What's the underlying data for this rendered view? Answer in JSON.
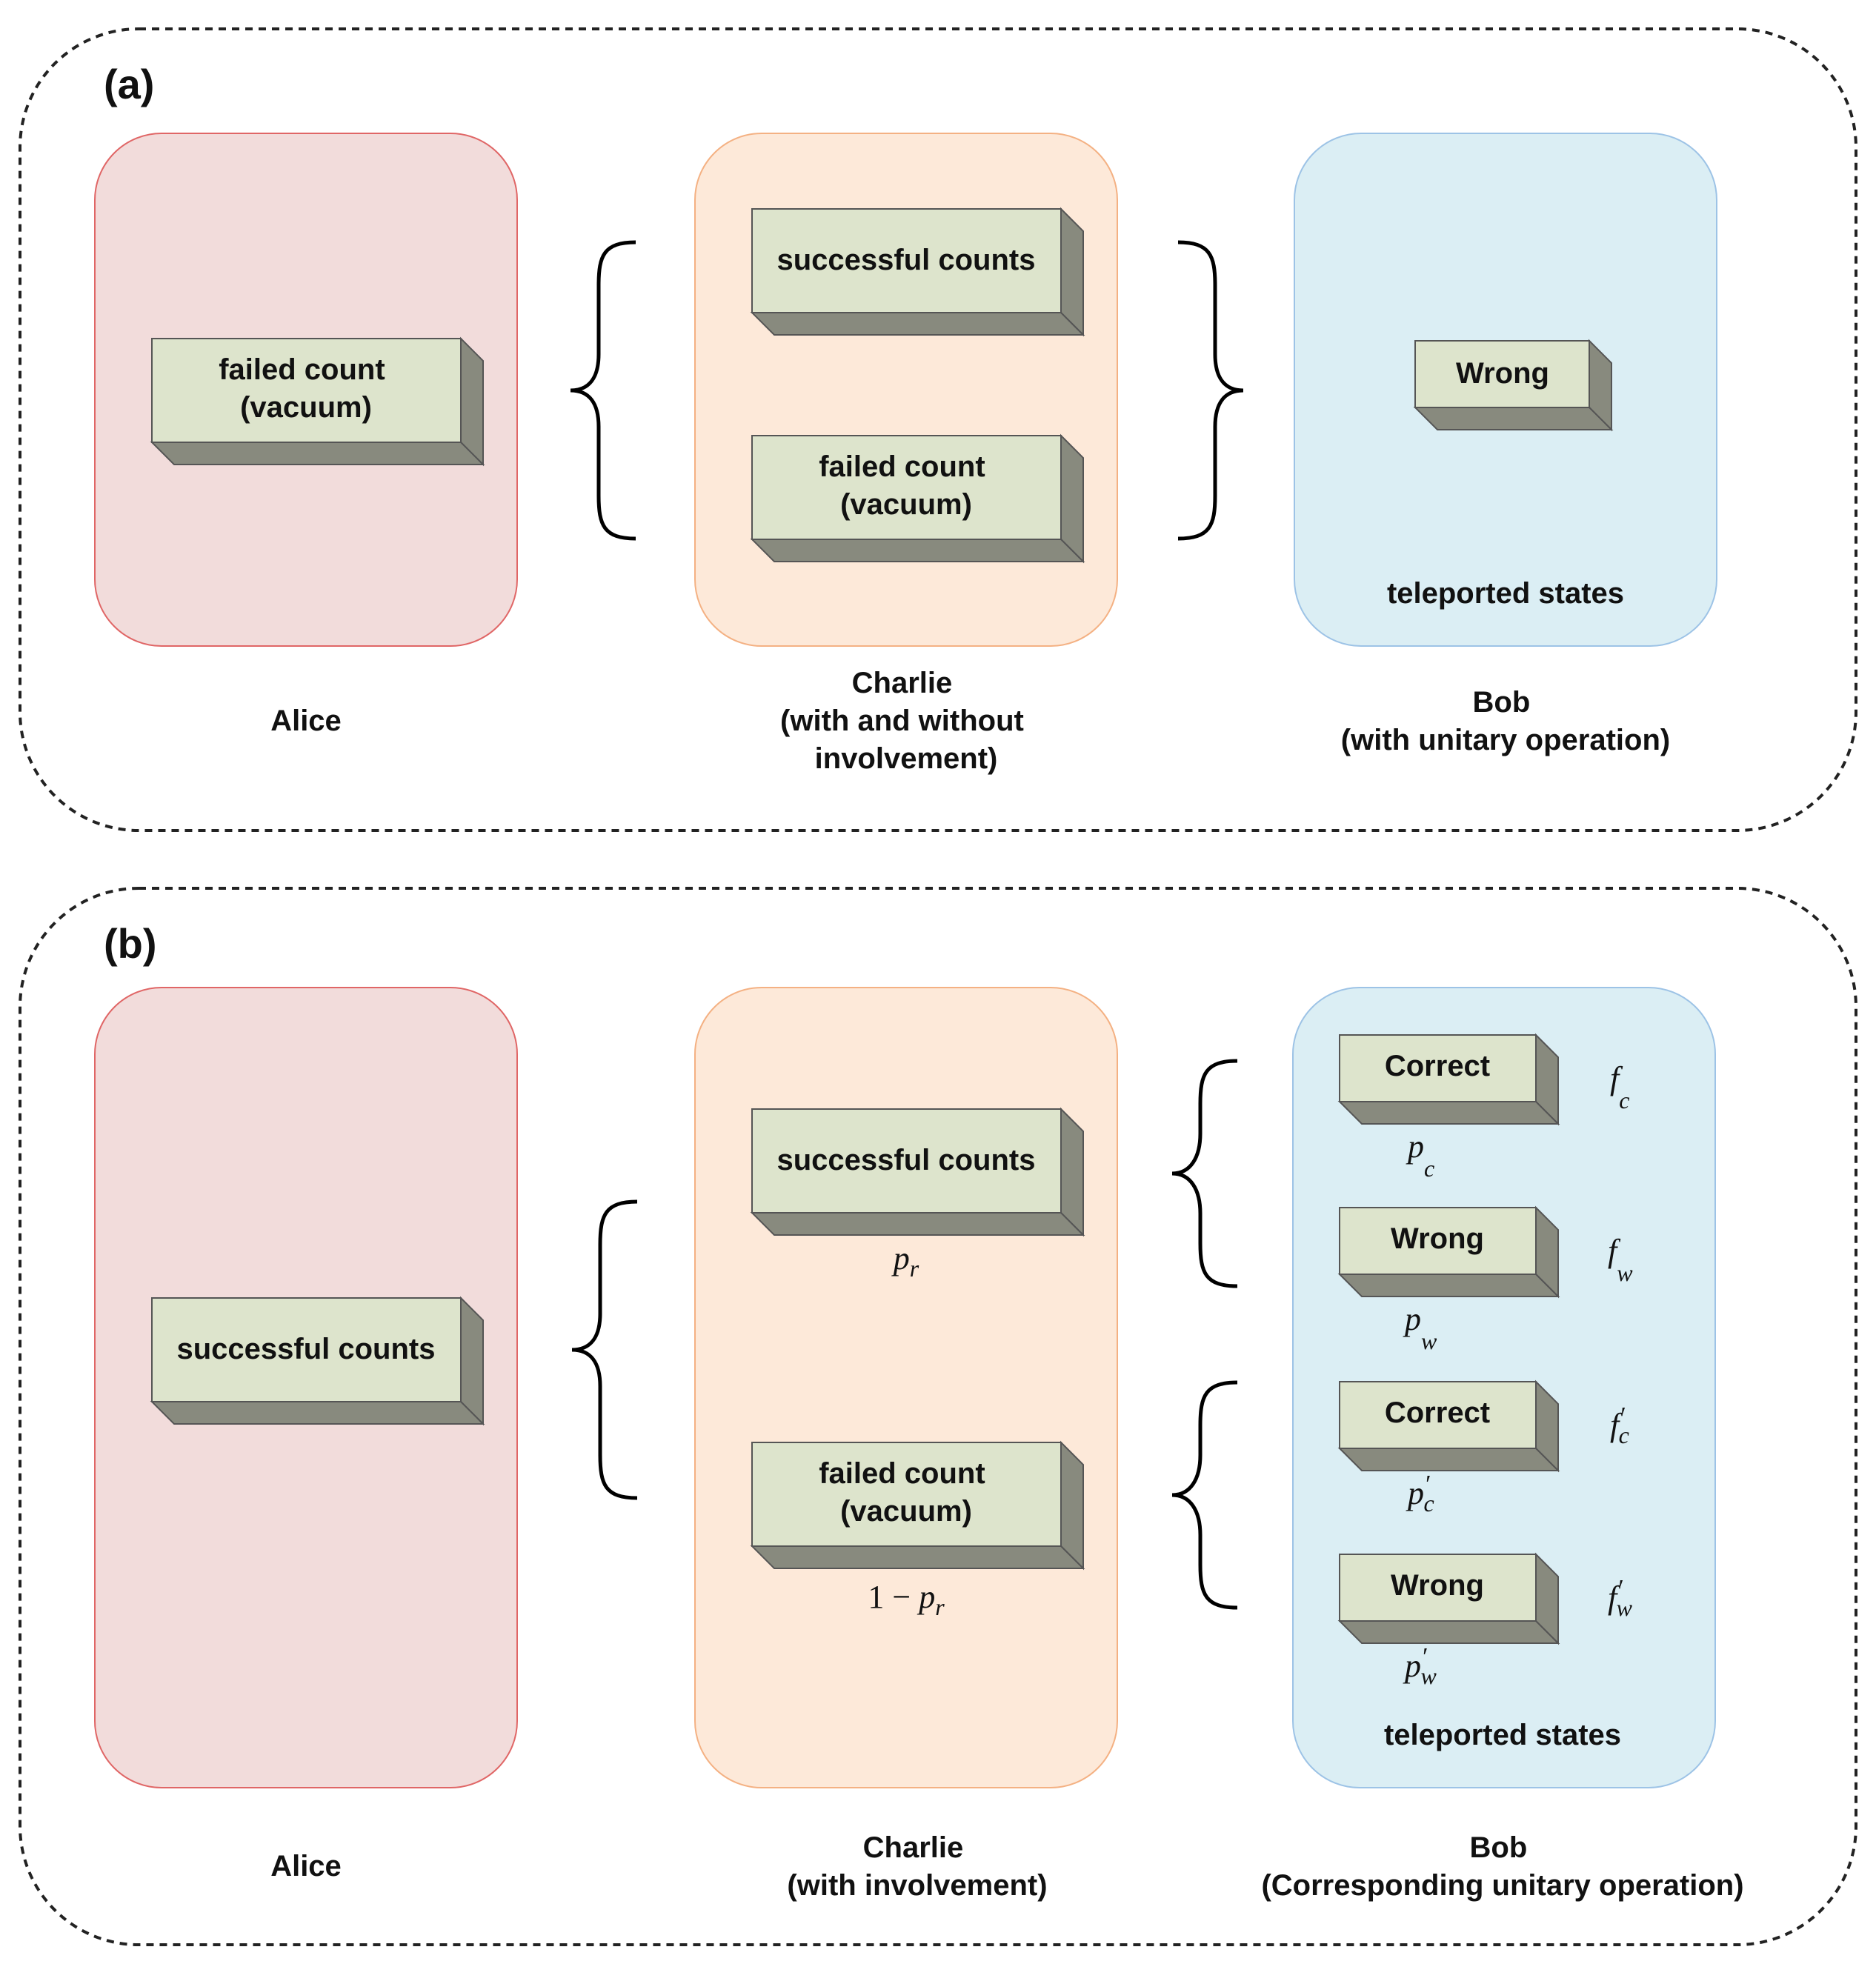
{
  "colors": {
    "alice_fill": "#f2dcdb",
    "alice_stroke": "#e06666",
    "charlie_fill": "#fde9d9",
    "charlie_stroke": "#f4b183",
    "bob_fill": "#dbeef4",
    "bob_stroke": "#9dc3e6",
    "block_front": "#dde4cc",
    "block_side": "#888a7e",
    "block_edge": "#555555",
    "frame": "#222222"
  },
  "panel_a": {
    "label": "(a)",
    "alice": {
      "block": [
        "failed count",
        "(vacuum)"
      ],
      "caption": [
        "Alice"
      ]
    },
    "charlie": {
      "blocks": [
        [
          "successful counts"
        ],
        [
          "failed count",
          "(vacuum)"
        ]
      ],
      "caption": [
        "Charlie",
        "(with and without",
        "involvement)"
      ]
    },
    "bob": {
      "block": [
        "Wrong"
      ],
      "inner_label": "teleported states",
      "caption": [
        "Bob",
        "(with unitary operation)"
      ]
    }
  },
  "panel_b": {
    "label": "(b)",
    "alice": {
      "block": [
        "successful counts"
      ],
      "caption": [
        "Alice"
      ]
    },
    "charlie": {
      "blocks": [
        {
          "lines": [
            "successful counts"
          ],
          "prob": "p",
          "prob_sub": "r",
          "prob_prefix": ""
        },
        {
          "lines": [
            "failed count",
            "(vacuum)"
          ],
          "prob": "p",
          "prob_sub": "r",
          "prob_prefix": "1 − "
        }
      ],
      "caption": [
        "Charlie",
        "(with involvement)"
      ]
    },
    "bob": {
      "outcomes": [
        {
          "label": "Correct",
          "p": "p",
          "p_sub": "c",
          "p_prime": "",
          "f": "f",
          "f_sub": "c",
          "f_prime": ""
        },
        {
          "label": "Wrong",
          "p": "p",
          "p_sub": "w",
          "p_prime": "",
          "f": "f",
          "f_sub": "w",
          "f_prime": ""
        },
        {
          "label": "Correct",
          "p": "p",
          "p_sub": "c",
          "p_prime": "′",
          "f": "f",
          "f_sub": "c",
          "f_prime": "′"
        },
        {
          "label": "Wrong",
          "p": "p",
          "p_sub": "w",
          "p_prime": "′",
          "f": "f",
          "f_sub": "w",
          "f_prime": "′"
        }
      ],
      "inner_label": "teleported states",
      "caption": [
        "Bob",
        "(Corresponding unitary operation)"
      ]
    }
  }
}
